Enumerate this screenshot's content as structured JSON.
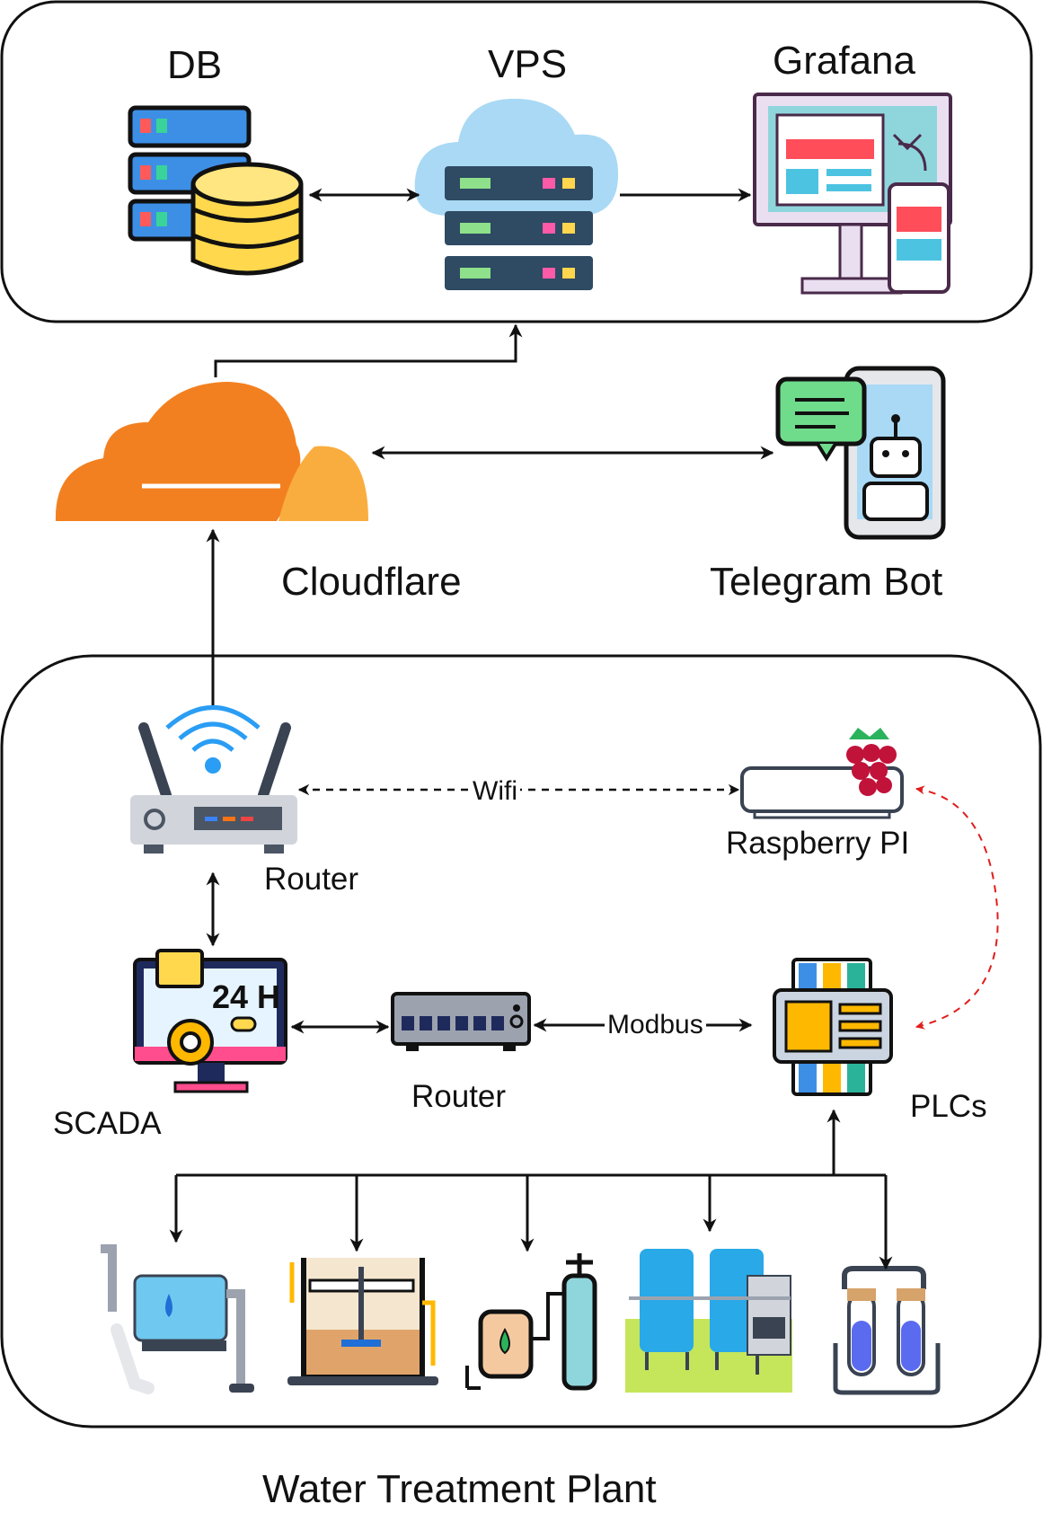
{
  "nodes": {
    "db": "DB",
    "vps": "VPS",
    "grafana": "Grafana",
    "cloudflare": "Cloudflare",
    "telegram_bot": "Telegram Bot",
    "router_wifi": "Router",
    "raspberry_pi": "Raspberry PI",
    "scada": "SCADA",
    "router_switch": "Router",
    "plcs": "PLCs"
  },
  "edges": {
    "wifi": "Wifi",
    "modbus": "Modbus"
  },
  "group_label": "Water Treatment Plant",
  "icons": [
    "database-server-icon",
    "cloud-server-icon",
    "dashboard-monitor-icon",
    "cloudflare-cloud-icon",
    "telegram-bot-phone-icon",
    "wifi-router-icon",
    "raspberry-pi-icon",
    "scada-monitor-icon",
    "network-switch-icon",
    "plc-icon",
    "water-pump-icon",
    "sedimentation-tank-icon",
    "chlorine-dosing-icon",
    "storage-tanks-icon",
    "lab-test-tubes-icon"
  ],
  "colors": {
    "cloudflare_orange": "#f38020",
    "cloudflare_light": "#faad3f",
    "dashed_red": "#e11d1d"
  }
}
